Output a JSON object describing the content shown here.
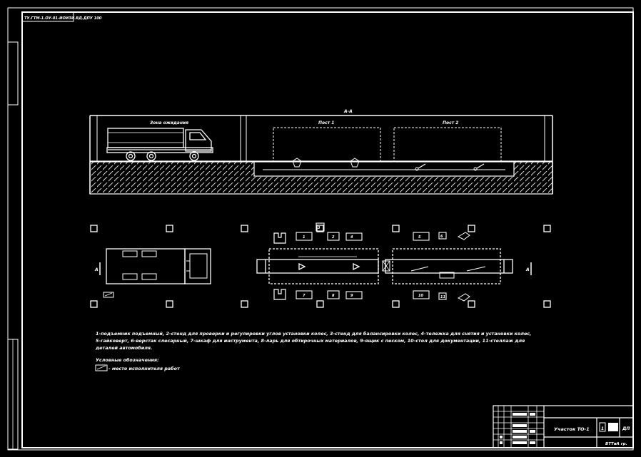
{
  "sheet": {
    "corner_stamp": "ТУ.ГТМ-1.ОУ-01-ИОИЗИ.ВД.ДПУ 100"
  },
  "section": {
    "label": "А-А",
    "zone_waiting": "Зона ожидания",
    "zone_1": "Пост 1",
    "zone_2": "Пост 2"
  },
  "plan": {
    "marker_left": "А",
    "marker_right": "А",
    "equip_labels": [
      "1",
      "2",
      "3",
      "4",
      "5",
      "6",
      "7",
      "8",
      "9",
      "10",
      "11"
    ]
  },
  "notes": {
    "text": "1-подъемник подъемный, 2-стенд для проверки и регулировки углов установки колес, 3-стенд для балансировки колес, 4-тележка для снятия и установки колес, 5-гайковерт, 6-верстак слесарный, 7-шкаф для инструмента, 8-ларь для обтирочных материалов, 9-ящик с песком, 10-стол для документации, 11-стеллаж для деталей автомобиля.",
    "legend_title": "Условные обозначения:",
    "legend_text": "- место исполнителя работ"
  },
  "title_block": {
    "sheet_name": "Участок ТО-1",
    "sheet_code": "ДП",
    "sheet_number": "1",
    "org": "ВТТиА гр."
  }
}
